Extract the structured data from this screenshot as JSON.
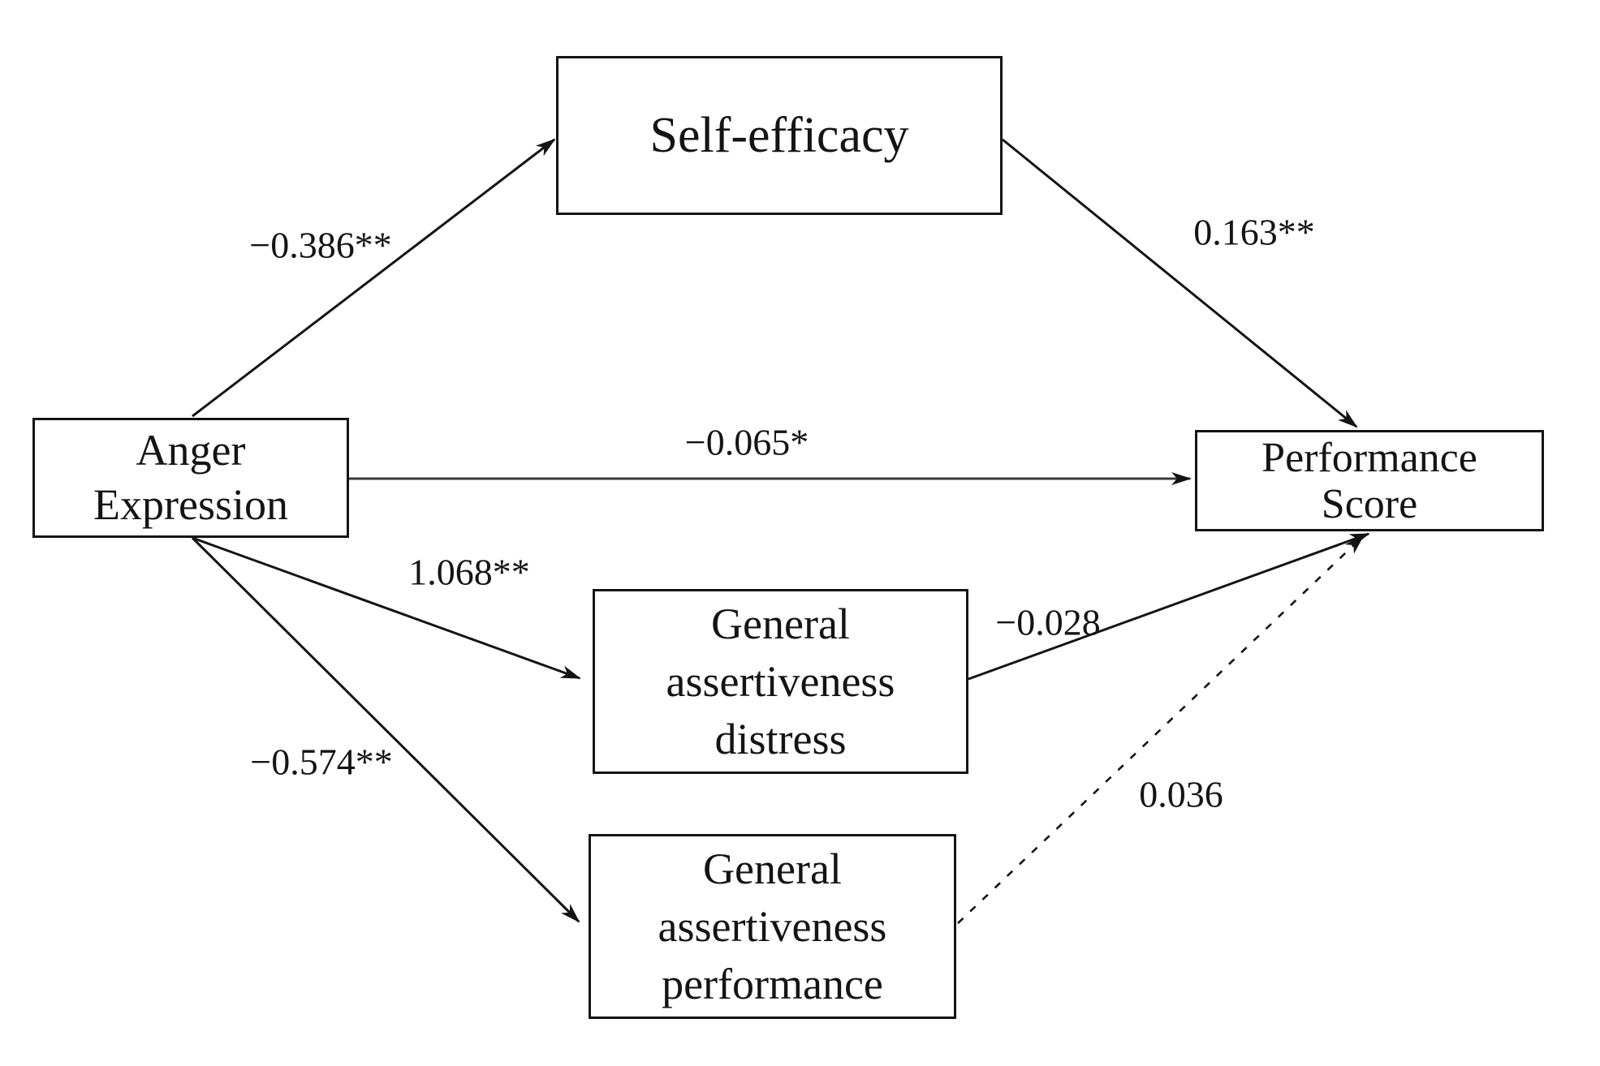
{
  "figure": {
    "type": "path-diagram",
    "background_color": "#ffffff",
    "line_color": "#141414",
    "box_border_color": "#141414",
    "text_color": "#141414",
    "nodes": {
      "anger_expression": {
        "lines": [
          "Anger",
          "Expression"
        ]
      },
      "self_efficacy": {
        "lines": [
          "Self-efficacy"
        ]
      },
      "performance_score": {
        "lines": [
          "Performance",
          "Score"
        ]
      },
      "general_assertiveness_distress": {
        "lines": [
          "General",
          "assertiveness",
          "distress"
        ]
      },
      "general_assertiveness_performance": {
        "lines": [
          "General",
          "assertiveness",
          "performance"
        ]
      }
    },
    "edges": [
      {
        "from": "anger_expression",
        "to": "self_efficacy",
        "label": "−0.386**",
        "style": "solid"
      },
      {
        "from": "self_efficacy",
        "to": "performance_score",
        "label": "0.163**",
        "style": "solid"
      },
      {
        "from": "anger_expression",
        "to": "performance_score",
        "label": "−0.065*",
        "style": "solid"
      },
      {
        "from": "anger_expression",
        "to": "general_assertiveness_distress",
        "label": "1.068**",
        "style": "solid"
      },
      {
        "from": "general_assertiveness_distress",
        "to": "performance_score",
        "label": "−0.028",
        "style": "solid"
      },
      {
        "from": "anger_expression",
        "to": "general_assertiveness_performance",
        "label": "−0.574**",
        "style": "solid"
      },
      {
        "from": "general_assertiveness_performance",
        "to": "performance_score",
        "label": "0.036",
        "style": "dashed"
      }
    ]
  }
}
